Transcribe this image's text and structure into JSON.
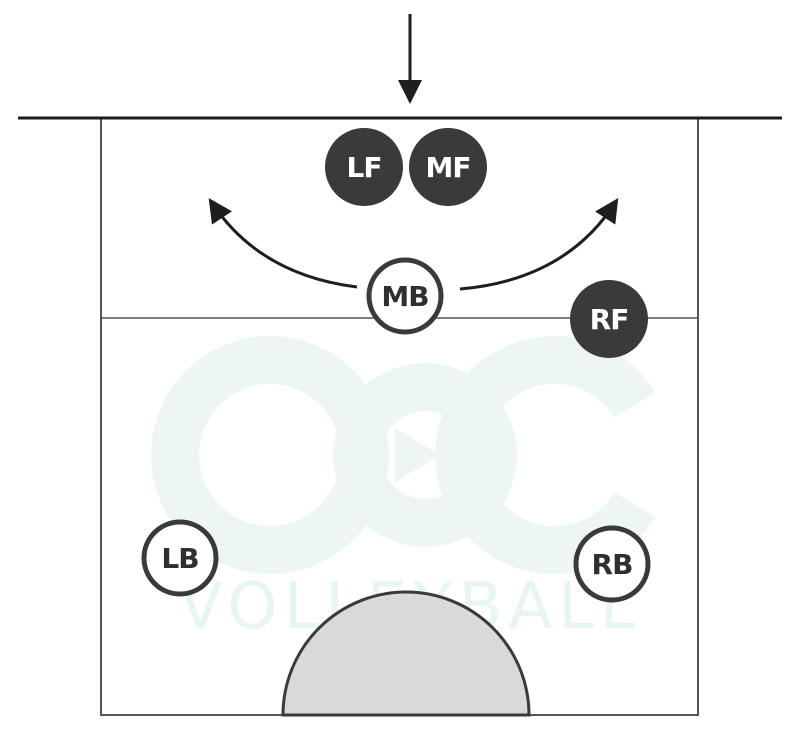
{
  "diagram": {
    "players": {
      "lf": {
        "label": "LF",
        "style": "filled"
      },
      "mf": {
        "label": "MF",
        "style": "filled"
      },
      "mb": {
        "label": "MB",
        "style": "outline"
      },
      "rf": {
        "label": "RF",
        "style": "filled"
      },
      "lb": {
        "label": "LB",
        "style": "outline"
      },
      "rb": {
        "label": "RB",
        "style": "outline"
      }
    },
    "watermark": {
      "text": "VOLLEYBALL"
    },
    "colors": {
      "filled_player": "#3a3a3a",
      "outline_player_stroke": "#3a3a3a",
      "court_lines": "#555555",
      "net": "#1e1e1e",
      "arrows": "#1e1e1e",
      "half_circle_fill": "#d9d9d9",
      "watermark": "#eef5f5"
    }
  }
}
